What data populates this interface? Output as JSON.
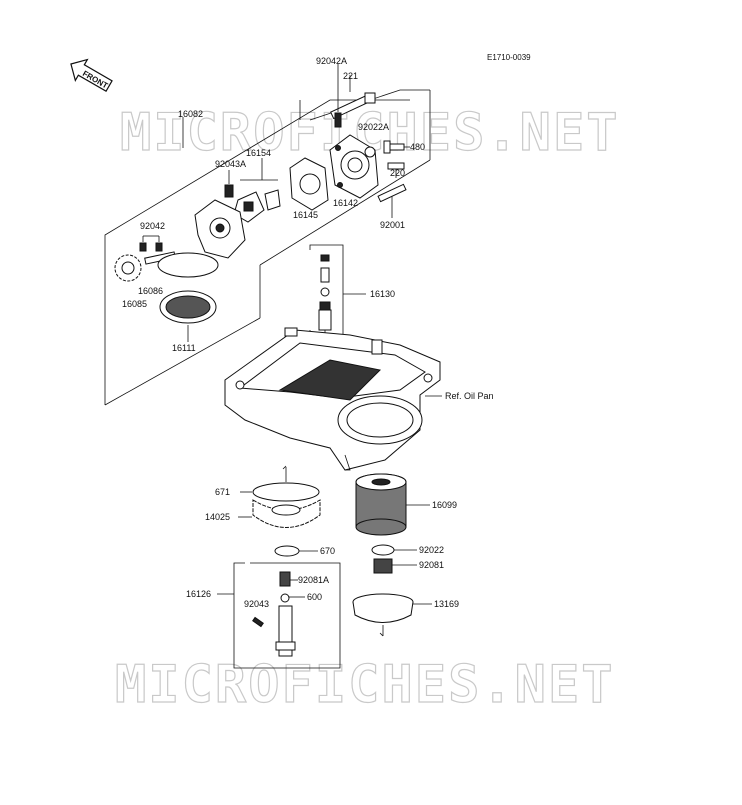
{
  "header": {
    "diagram_code": "E1710-0039",
    "front_label": "FRONT"
  },
  "watermark": {
    "top": "MICROFICHES.NET",
    "bottom": "MICROFICHES.NET"
  },
  "labels": {
    "p92042A": "92042A",
    "p221": "221",
    "p16082": "16082",
    "p92022A": "92022A",
    "p480": "480",
    "p16154": "16154",
    "p92043A": "92043A",
    "p220": "220",
    "p16145": "16145",
    "p16142": "16142",
    "p92001": "92001",
    "p92042": "92042",
    "p16086": "16086",
    "p16085": "16085",
    "p16130": "16130",
    "p16111": "16111",
    "ref_oil_pan": "Ref. Oil Pan",
    "p671": "671",
    "p16099": "16099",
    "p14025": "14025",
    "p670": "670",
    "p92022": "92022",
    "p92081": "92081",
    "p16126": "16126",
    "p92081A": "92081A",
    "p92043": "92043",
    "p600": "600",
    "p13169": "13169"
  }
}
